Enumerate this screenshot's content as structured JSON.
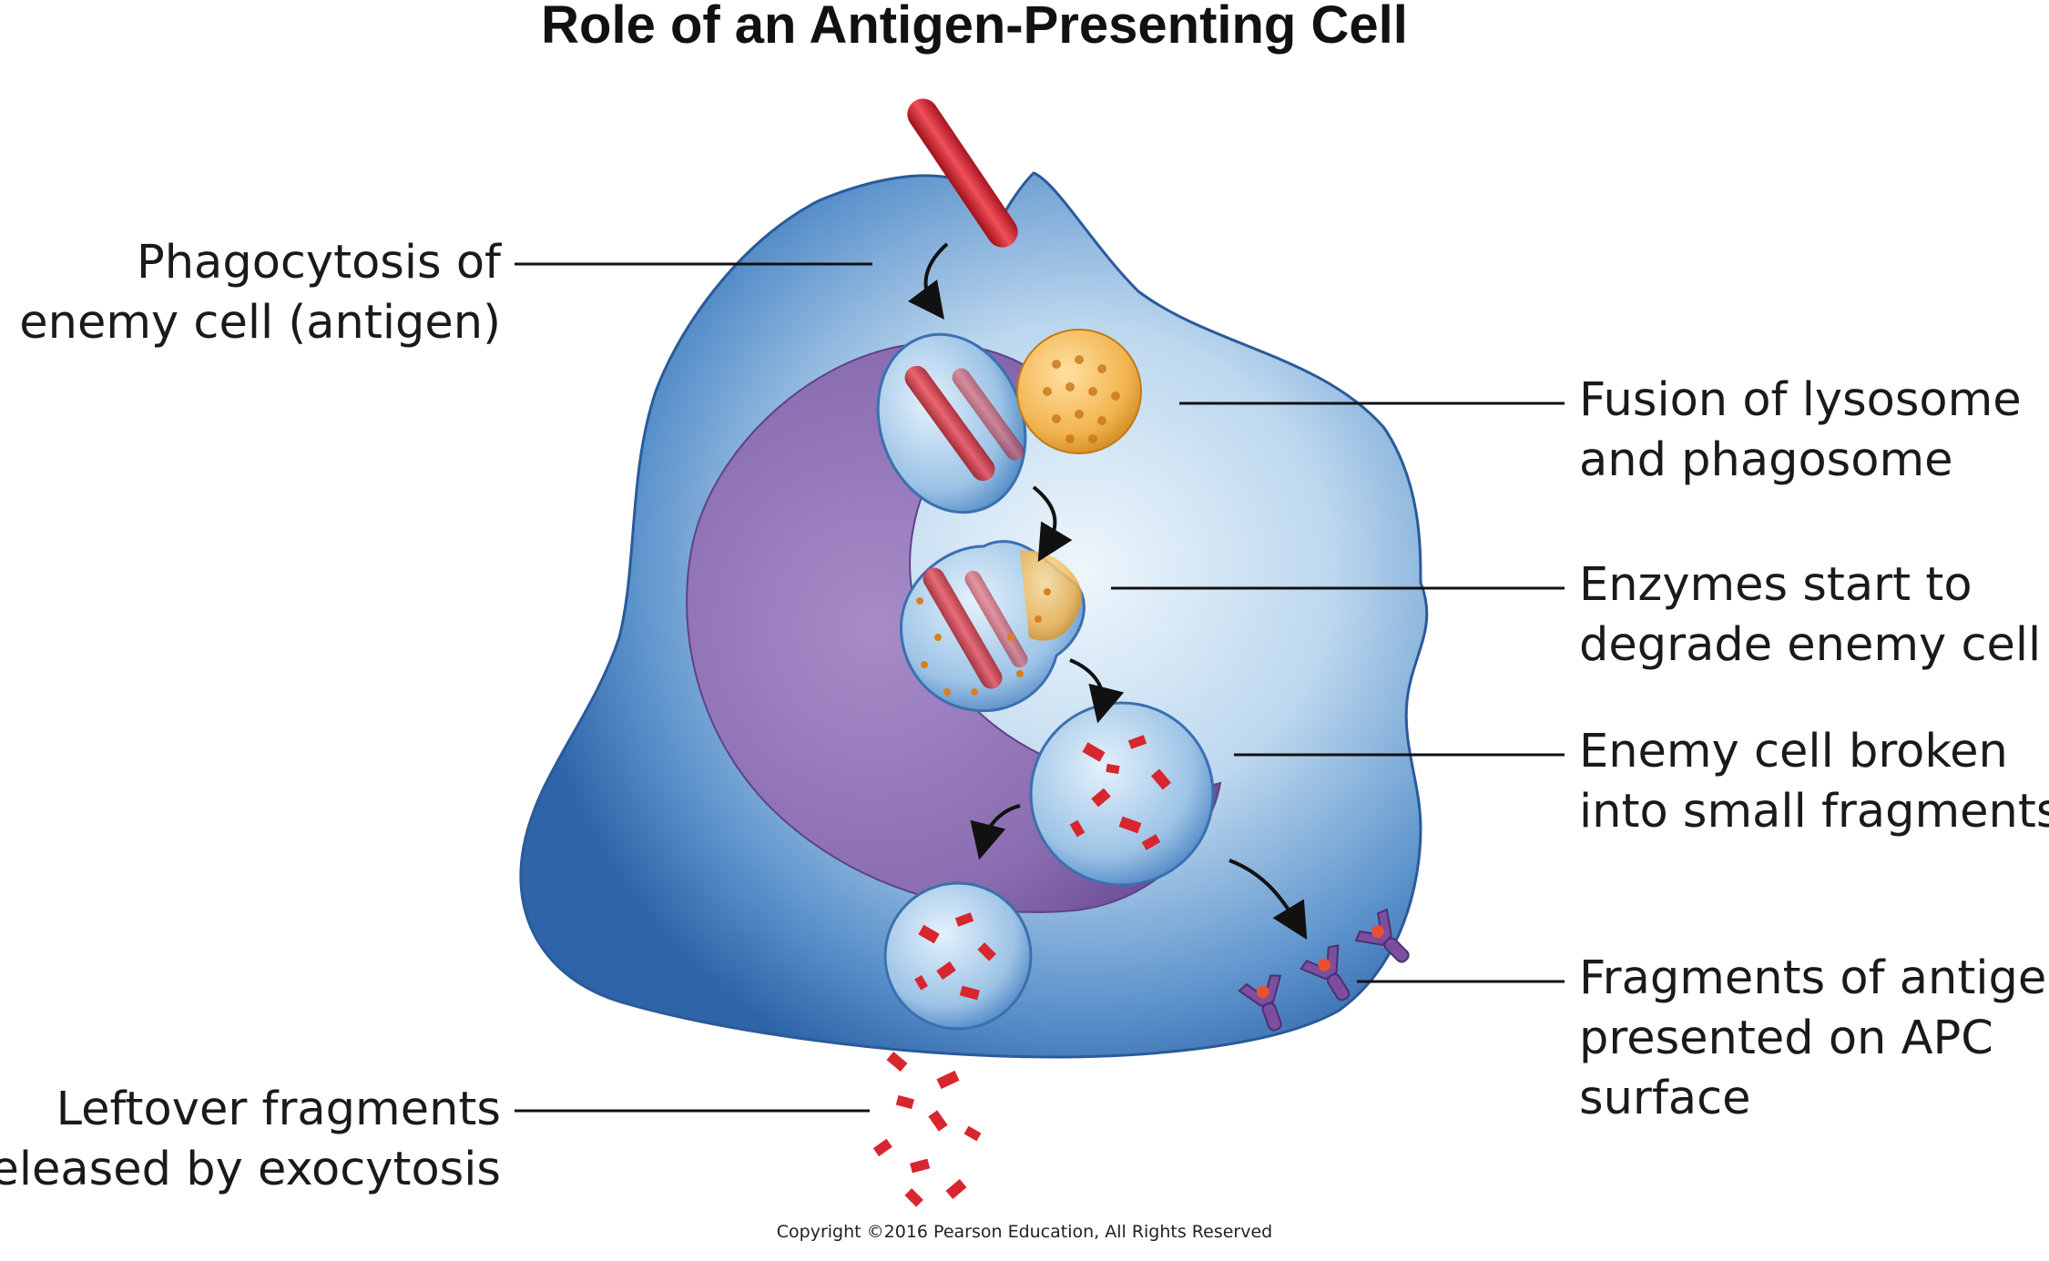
{
  "title": "Role of an Antigen-Presenting Cell",
  "labels": {
    "phagocytosis": [
      "Phagocytosis of",
      "enemy cell (antigen)"
    ],
    "fusion": [
      "Fusion of lysosome",
      "and phagosome"
    ],
    "enzymes": [
      "Enzymes start to",
      "degrade enemy cell"
    ],
    "broken": [
      "Enemy cell broken",
      "into small fragments"
    ],
    "presented": [
      "Fragments of antigen",
      "presented on APC",
      "surface"
    ],
    "leftover": [
      "Leftover fragments",
      "released by exocytosis"
    ]
  },
  "copyright": "Copyright ©2016 Pearson Education, All Rights Reserved",
  "colors": {
    "cell_body": "#4f86c4",
    "cell_light": "#dcecf8",
    "nucleus": "#8a6cb0",
    "antigen": "#d8262f",
    "lysosome": "#f0a840",
    "receptor": "#7b4f9e"
  }
}
